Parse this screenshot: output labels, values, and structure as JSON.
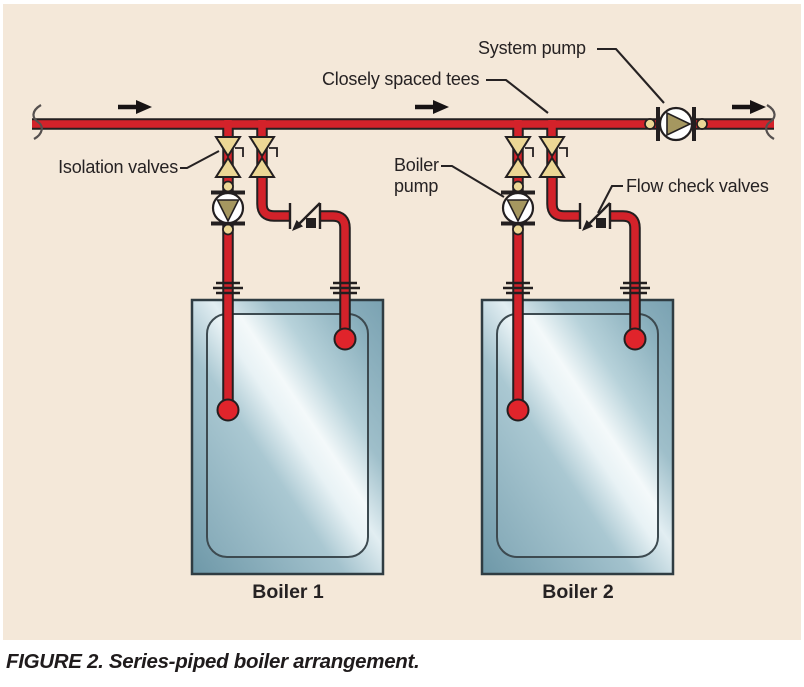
{
  "figure": {
    "caption": "FIGURE 2. Series-piped boiler arrangement."
  },
  "labels": {
    "system_pump": "System pump",
    "closely_spaced_tees": "Closely spaced tees",
    "isolation_valves": "Isolation valves",
    "boiler_pump": {
      "line1": "Boiler",
      "line2": "pump"
    },
    "flow_check_valves": "Flow check valves",
    "boiler_1": "Boiler 1",
    "boiler_2": "Boiler 2"
  },
  "icons": {
    "isolation_valve_icon": "tan-hourglass-bowtie-valve",
    "boiler_pump_icon": "flanged-circle-with-down-triangle",
    "system_pump_icon": "flanged-circle-with-right-triangle",
    "flow_check_valve_icon": "angled-check-valve-with-weight",
    "union_fitting_icon": "triple-line-union",
    "flow_arrow_icon": "black-right-arrow",
    "pipe_break_icon": "s-curve-pipe-break"
  },
  "colors": {
    "background_beige": "#f4e8d9",
    "pipe_red": "#d3222a",
    "ball_red": "#e0242b",
    "outline_black": "#231f20",
    "valve_tan": "#ecd795",
    "pump_khaki": "#a59760",
    "boiler_steel_blue": "#7ea6b5",
    "boiler_highlight": "#f2f8fa"
  }
}
